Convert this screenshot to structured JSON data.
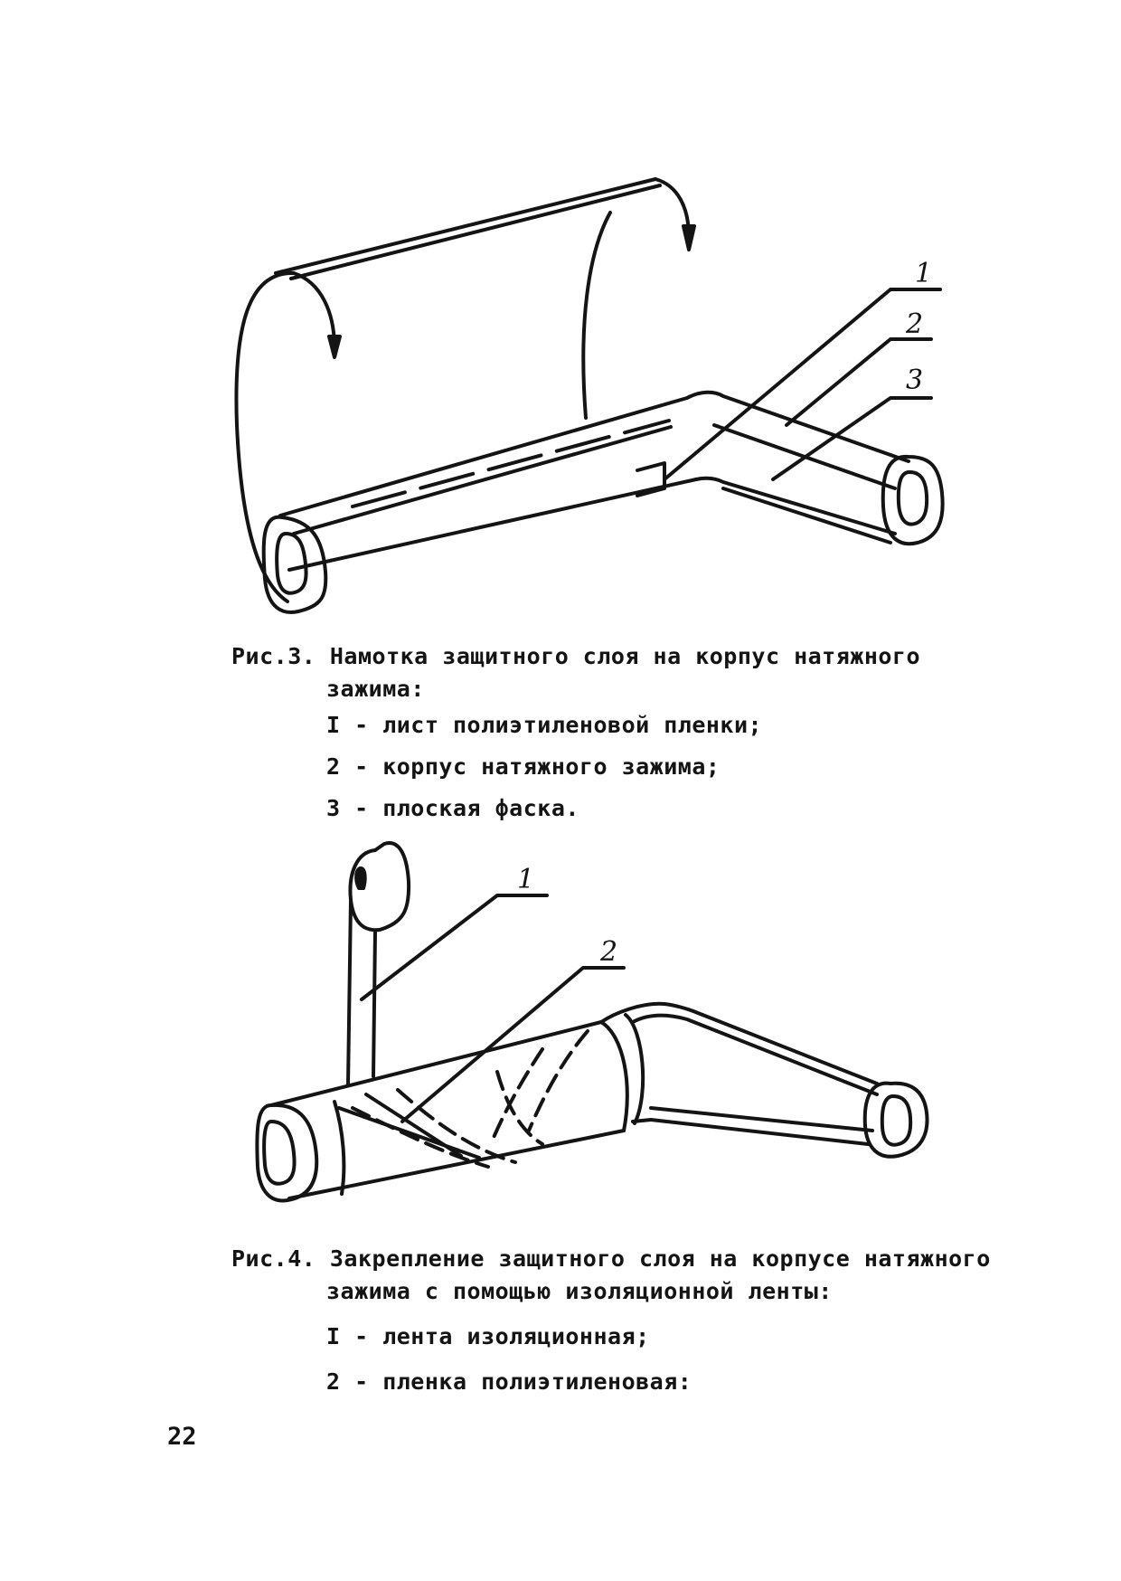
{
  "figure3": {
    "callouts": [
      "1",
      "2",
      "3"
    ],
    "caption": {
      "label": "Рис.3.",
      "title_line1": "Намотка защитного слоя на корпус натяжного",
      "title_line2": "зажима:",
      "items": [
        "I - лист полиэтиленовой пленки;",
        "2 - корпус натяжного зажима;",
        "3 - плоская фаска."
      ]
    }
  },
  "figure4": {
    "callouts": [
      "1",
      "2"
    ],
    "caption": {
      "label": "Рис.4.",
      "title_line1": "Закрепление защитного слоя на корпусе натяжного",
      "title_line2": "зажима с помощью изоляционной ленты:",
      "items": [
        "I - лента изоляционная;",
        "2 - пленка полиэтиленовая:"
      ]
    }
  },
  "page": {
    "number": "22"
  },
  "colors": {
    "ink": "#141414",
    "paper": "#ffffff"
  }
}
